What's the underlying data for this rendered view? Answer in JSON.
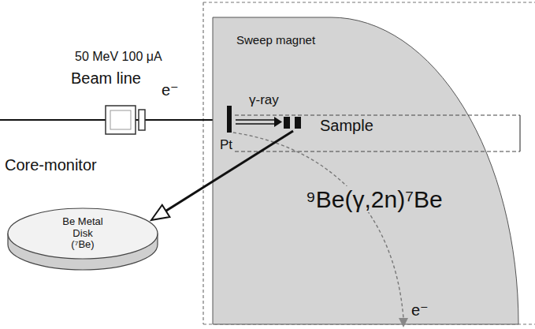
{
  "diagram": {
    "nodes": [
      {
        "text": [
          "Sweep magnet",
          "⁹Be(γ,2n)⁷Be"
        ]
      },
      {
        "text": [
          "Be Metal Disk",
          "(⁷Be)"
        ]
      }
    ],
    "labels": [
      "50 MeV 100 μA",
      "Beam line",
      "e⁻",
      "Core-monitor",
      "Pt",
      "γ-ray",
      "Sample",
      "e⁻"
    ]
  }
}
